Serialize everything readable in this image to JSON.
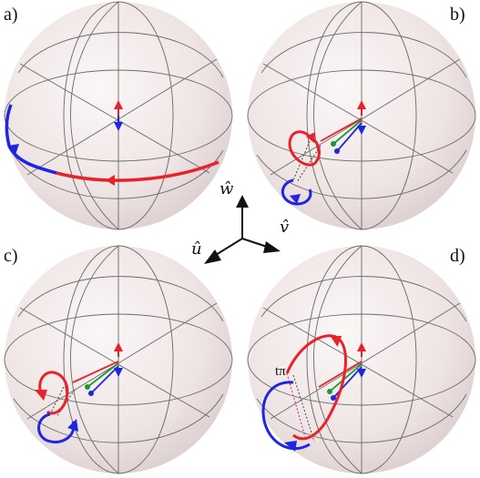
{
  "panels": [
    {
      "id": "a",
      "label": "a)"
    },
    {
      "id": "b",
      "label": "b)"
    },
    {
      "id": "c",
      "label": "c)"
    },
    {
      "id": "d",
      "label": "d)"
    }
  ],
  "axes": {
    "w": "ŵ",
    "u": "û",
    "v": "v̂"
  },
  "annotation_d": "tπ",
  "colors": {
    "red": "#e8222a",
    "blue": "#1f25e0",
    "green": "#1a9a2a",
    "sphere_fill": "#f1e6e6",
    "grid": "#6a6a6a"
  }
}
